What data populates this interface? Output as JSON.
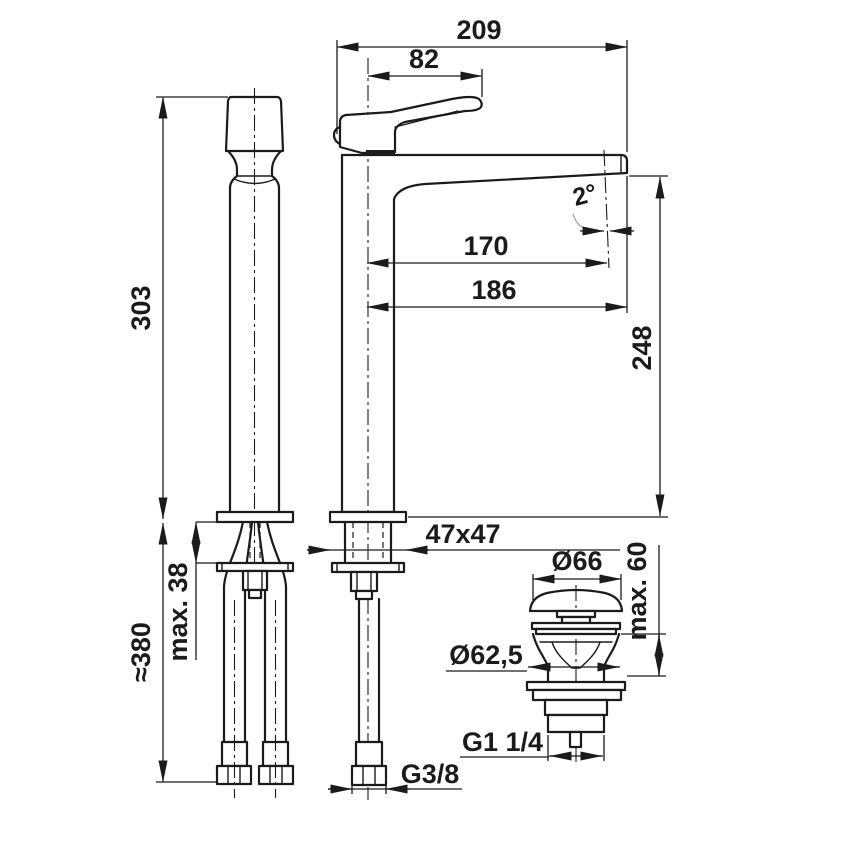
{
  "drawing": {
    "type": "technical-dimension-drawing",
    "subject": "tall single-lever basin mixer faucet with pop-up waste, three orthographic detail views",
    "colors": {
      "line": "#1b1b1b",
      "background": "#ffffff",
      "leader": "#999999"
    },
    "labels": {
      "total_width": "209",
      "handle_length": "82",
      "spout_angle": "2°",
      "spout_projection": "170",
      "spout_projection_outer": "186",
      "body_height": "303",
      "outlet_height": "248",
      "base_section": "47x47",
      "deck_thickness_max": "max. 38",
      "hose_length": "≈380",
      "supply_thread": "G3/8",
      "waste_thread": "G1 1/4",
      "waste_cap_diameter": "Ø66",
      "waste_deck_max": "max. 60",
      "waste_hole_diameter": "Ø62,5"
    }
  }
}
